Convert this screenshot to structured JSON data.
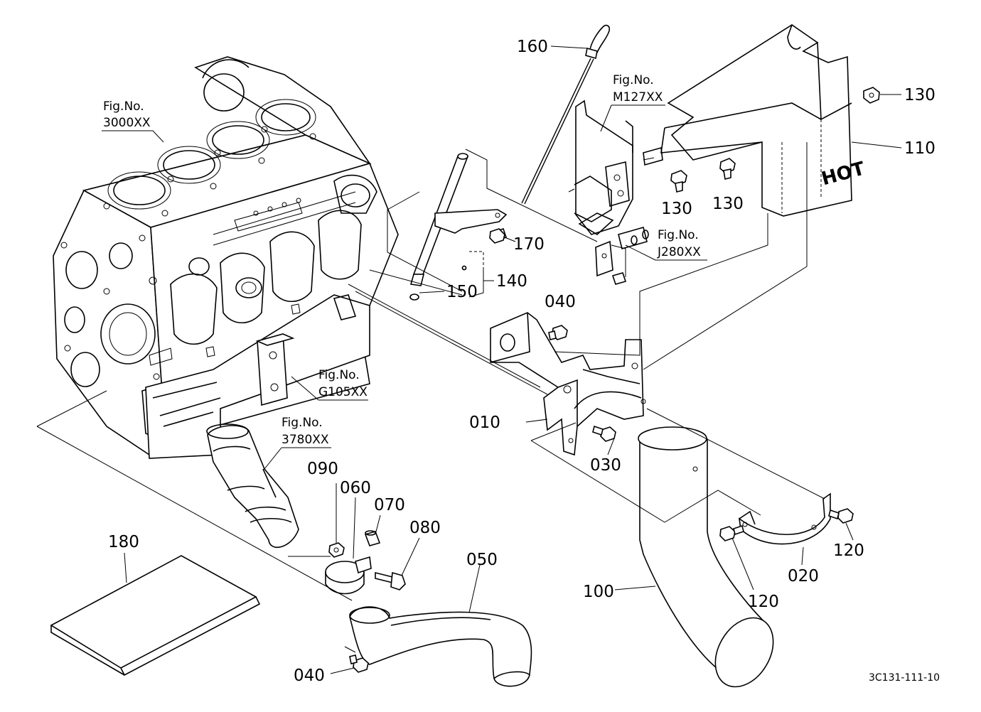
{
  "diagram": {
    "part_labels": {
      "p160": "160",
      "p130a": "130",
      "p110": "110",
      "p130b": "130",
      "p130c": "130",
      "p170": "170",
      "p140": "140",
      "p150": "150",
      "p040a": "040",
      "p010": "010",
      "p030": "030",
      "p090": "090",
      "p060": "060",
      "p070": "070",
      "p080": "080",
      "p050": "050",
      "p180": "180",
      "p100": "100",
      "p120a": "120",
      "p120b": "120",
      "p020": "020",
      "p040b": "040"
    },
    "figure_refs": {
      "f3000": {
        "line1": "Fig.No.",
        "line2": "3000XX"
      },
      "fM127": {
        "line1": "Fig.No.",
        "line2": "M127XX"
      },
      "fJ280": {
        "line1": "Fig.No.",
        "line2": "J280XX"
      },
      "fG105": {
        "line1": "Fig.No.",
        "line2": "G105XX"
      },
      "f3780": {
        "line1": "Fig.No.",
        "line2": "3780XX"
      }
    },
    "heat_shield_text": "HOT",
    "drawing_code": "3C131-111-10"
  }
}
